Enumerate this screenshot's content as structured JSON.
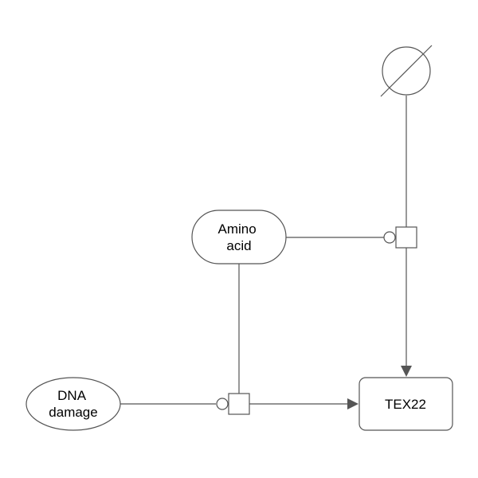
{
  "nodes": {
    "source_sink": {
      "glyph": "empty-set"
    },
    "amino_acid": {
      "label_lines": [
        "Amino",
        "acid"
      ]
    },
    "dna_damage": {
      "label_lines": [
        "DNA",
        "damage"
      ]
    },
    "tex22": {
      "label": "TEX22"
    }
  },
  "colors": {
    "stroke": "#555555",
    "background": "#ffffff",
    "text": "#000000"
  }
}
